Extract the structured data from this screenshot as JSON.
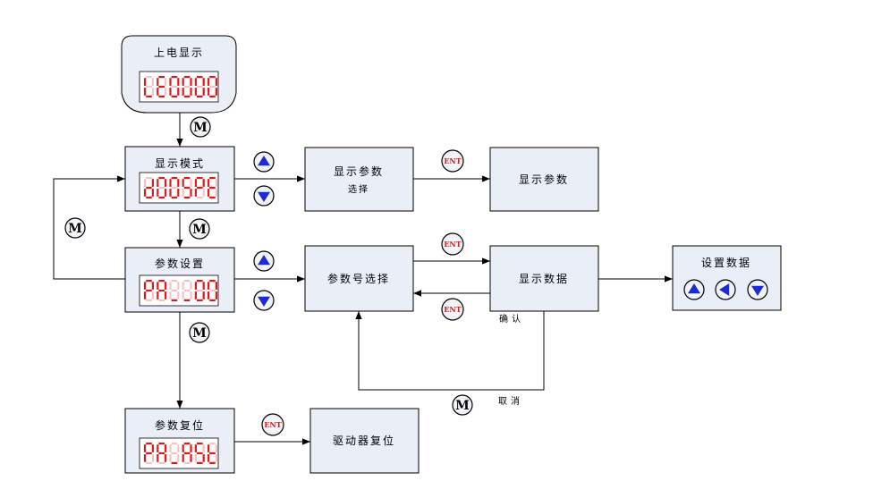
{
  "power_on": {
    "title": "上电显示",
    "lcd": "LE0000"
  },
  "display_mode": {
    "title": "显示模式",
    "lcd": "d00SPE"
  },
  "param_setting": {
    "title": "参数设置",
    "lcd": "PA_00"
  },
  "param_reset": {
    "title": "参数复位",
    "lcd": "PA_ASt"
  },
  "display_param_select": {
    "line1": "显示参数",
    "line2": "选择"
  },
  "display_param": {
    "title": "显示参数"
  },
  "param_number_select": {
    "title": "参数号选择"
  },
  "display_data": {
    "title": "显示数据"
  },
  "set_data": {
    "title": "设置数据"
  },
  "driver_reset": {
    "title": "驱动器复位"
  },
  "labels": {
    "confirm": "确认",
    "cancel": "取消"
  },
  "keys": {
    "mode": "M",
    "enter": "ENT"
  },
  "colors": {
    "box_fill": "#e9eef7",
    "key_blue": "#1d2bd6",
    "key_red": "#e3161c",
    "lcd_red": "#e01818"
  }
}
